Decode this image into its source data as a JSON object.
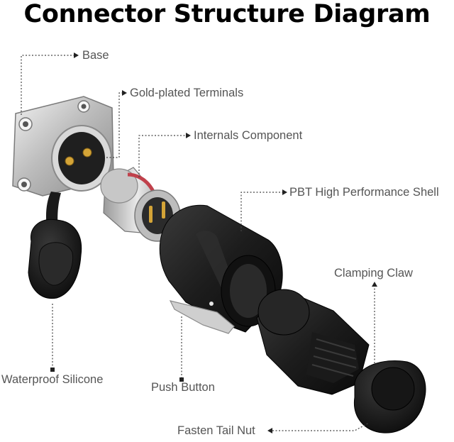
{
  "title": "Connector Structure Diagram",
  "labels": {
    "base": "Base",
    "terminals": "Gold-plated Terminals",
    "internals": "Internals Component",
    "shell": "PBT High Performance Shell",
    "claw": "Clamping Claw",
    "silicone": "Waterproof Silicone",
    "push_button": "Push Button",
    "tail_nut": "Fasten Tail Nut"
  },
  "colors": {
    "metal": "#c8c8c8",
    "black_plastic": "#1a1a1a",
    "gold": "#d4a437",
    "seal_red": "#c0414b",
    "leader_line": "#444444",
    "label_text": "#555555"
  }
}
